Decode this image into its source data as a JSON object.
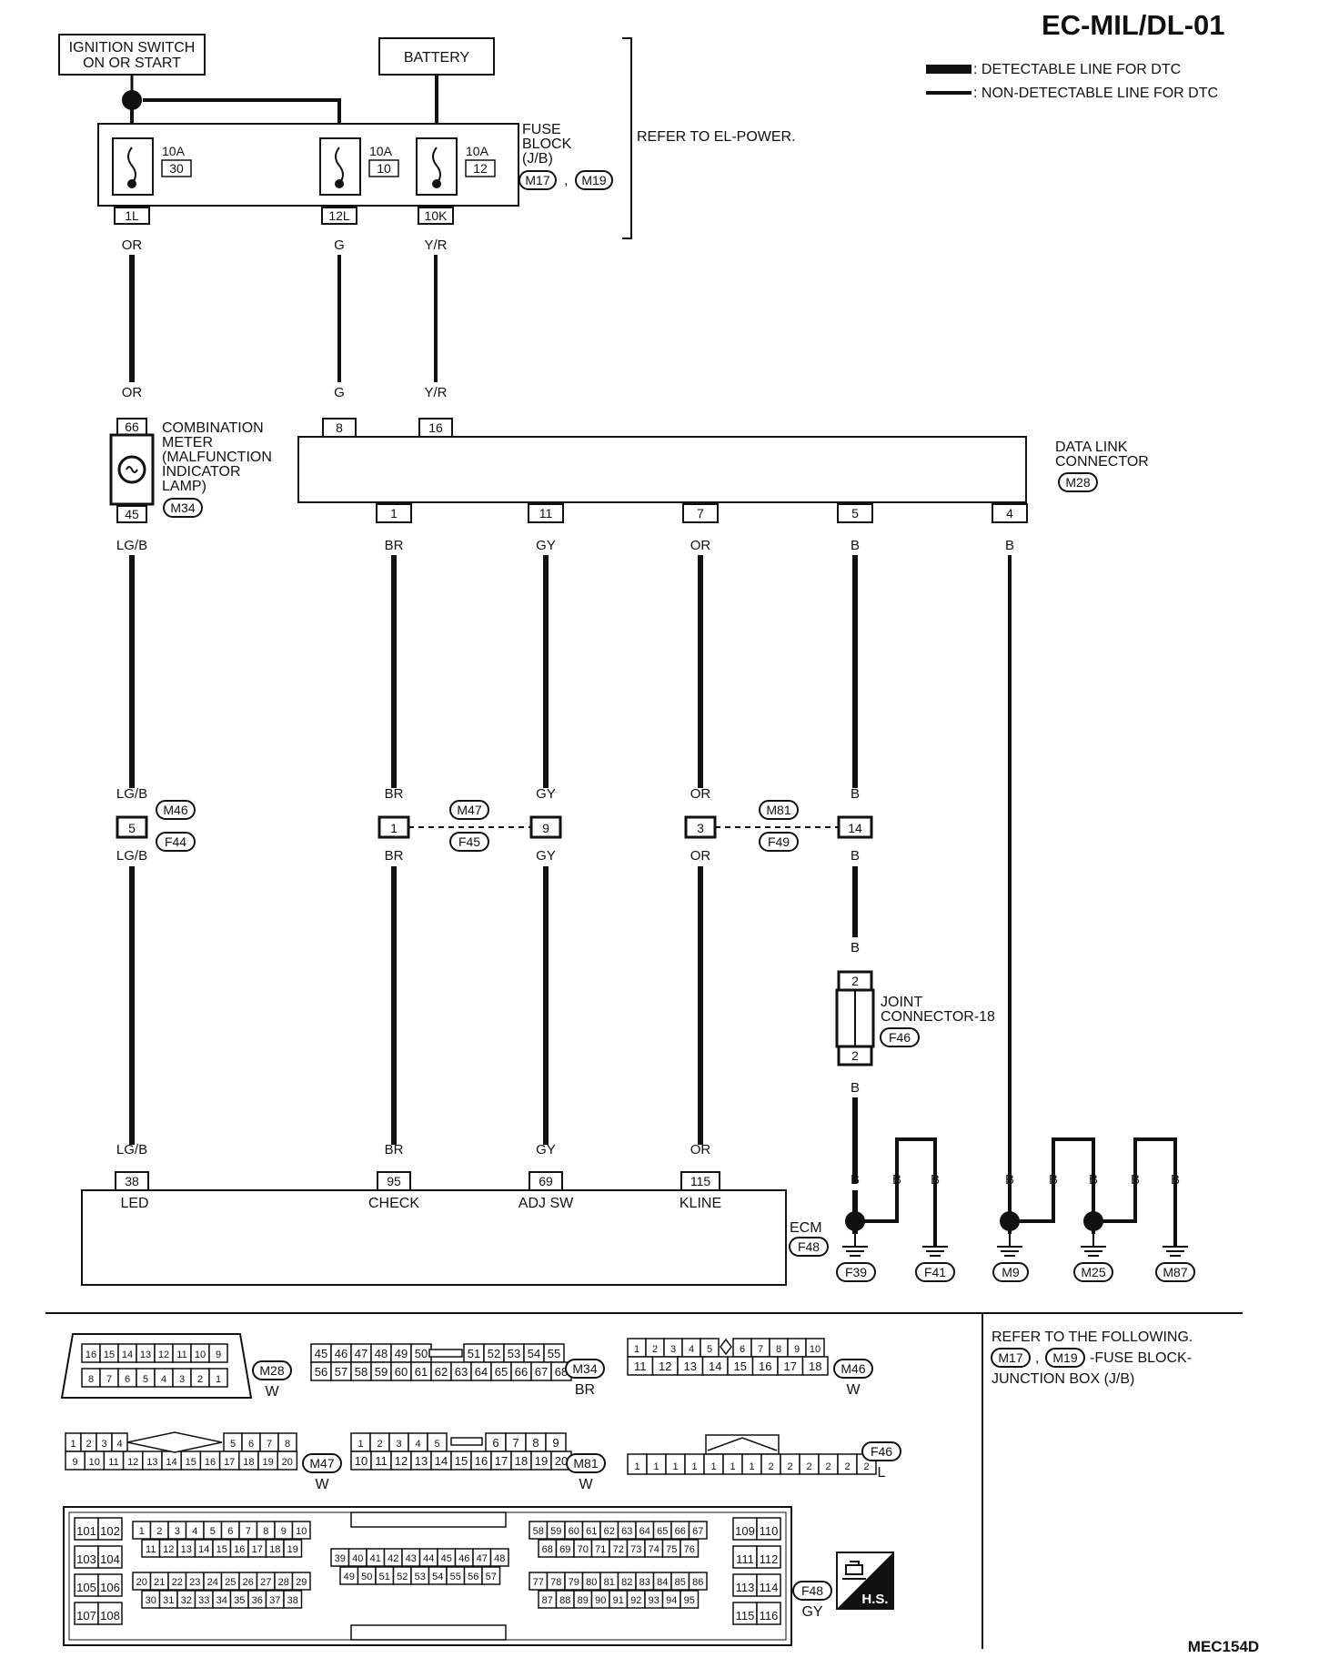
{
  "page_id": "EC-MIL/DL-01",
  "figure_id": "MEC154D",
  "legend": {
    "detectable": ": DETECTABLE LINE FOR DTC",
    "non_detectable": ": NON-DETECTABLE LINE FOR DTC"
  },
  "power": {
    "ignition": [
      "IGNITION SWITCH",
      "ON OR START"
    ],
    "battery": "BATTERY",
    "refer": "REFER TO EL-POWER.",
    "fuse_block": [
      "FUSE",
      "BLOCK",
      "(J/B)"
    ],
    "fuse_conn": [
      "M17",
      "M19"
    ],
    "fuses": [
      {
        "amp": "10A",
        "num": "30",
        "out": "1L",
        "color": "OR"
      },
      {
        "amp": "10A",
        "num": "10",
        "out": "12L",
        "color": "G"
      },
      {
        "amp": "10A",
        "num": "12",
        "out": "10K",
        "color": "Y/R"
      }
    ]
  },
  "meter": {
    "label": [
      "COMBINATION",
      "METER",
      "(MALFUNCTION",
      "INDICATOR",
      "LAMP)"
    ],
    "conn": "M34",
    "pin_in": "66",
    "pin_out": "45",
    "color_in": "OR",
    "color_out": "LG/B"
  },
  "dlc": {
    "label": [
      "DATA LINK",
      "CONNECTOR"
    ],
    "conn": "M28",
    "top_pins": [
      {
        "pin": "8",
        "color": "G"
      },
      {
        "pin": "16",
        "color": "Y/R"
      }
    ],
    "bottom_pins": [
      {
        "pin": "1",
        "color": "BR"
      },
      {
        "pin": "11",
        "color": "GY"
      },
      {
        "pin": "7",
        "color": "OR"
      },
      {
        "pin": "5",
        "color": "B"
      },
      {
        "pin": "4",
        "color": "B"
      }
    ]
  },
  "inline": {
    "c1": {
      "top": "M46",
      "bottom": "F44",
      "pin": "5",
      "color": "LG/B"
    },
    "c2": {
      "top": "M47",
      "bottom": "F45",
      "pins": [
        "1",
        "9"
      ]
    },
    "c3": {
      "top": "M81",
      "bottom": "F49",
      "pins": [
        "3",
        "14"
      ]
    }
  },
  "joint": {
    "label": [
      "JOINT",
      "CONNECTOR-18"
    ],
    "conn": "F46",
    "pin": "2",
    "color": "B"
  },
  "ecm": {
    "label": "ECM",
    "conn": "F48",
    "pins": [
      {
        "pin": "38",
        "name": "LED",
        "color": "LG/B"
      },
      {
        "pin": "95",
        "name": "CHECK",
        "color": "BR"
      },
      {
        "pin": "69",
        "name": "ADJ SW",
        "color": "GY"
      },
      {
        "pin": "115",
        "name": "KLINE",
        "color": "OR"
      }
    ]
  },
  "grounds": {
    "wire_color": "B",
    "names": [
      "F39",
      "F41",
      "M9",
      "M25",
      "M87"
    ]
  },
  "connectors": {
    "m28": {
      "id": "M28",
      "color": "W",
      "row1": [
        "16",
        "15",
        "14",
        "13",
        "12",
        "11",
        "10",
        "9"
      ],
      "row2": [
        "8",
        "7",
        "6",
        "5",
        "4",
        "3",
        "2",
        "1"
      ]
    },
    "m34": {
      "id": "M34",
      "color": "BR",
      "row1a": [
        "45",
        "46",
        "47",
        "48",
        "49",
        "50"
      ],
      "row1b": [
        "51",
        "52",
        "53",
        "54",
        "55"
      ],
      "row2a": [
        "56",
        "57",
        "58",
        "59",
        "60",
        "61"
      ],
      "row2b": [
        "62",
        "63",
        "64",
        "65",
        "66",
        "67",
        "68"
      ]
    },
    "m46": {
      "id": "M46",
      "color": "W",
      "row1a": [
        "1",
        "2",
        "3",
        "4",
        "5"
      ],
      "row1b": [
        "6",
        "7",
        "8",
        "9",
        "10"
      ],
      "row2": [
        "11",
        "12",
        "13",
        "14",
        "15",
        "16",
        "17",
        "18"
      ]
    },
    "m47": {
      "id": "M47",
      "color": "W",
      "row1a": [
        "1",
        "2",
        "3",
        "4"
      ],
      "row1b": [
        "5",
        "6",
        "7",
        "8"
      ],
      "row2": [
        "9",
        "10",
        "11",
        "12",
        "13",
        "14",
        "15",
        "16",
        "17",
        "18",
        "19",
        "20"
      ]
    },
    "m81": {
      "id": "M81",
      "color": "W",
      "row1a": [
        "1",
        "2",
        "3",
        "4",
        "5"
      ],
      "row1b": [
        "6",
        "7",
        "8",
        "9"
      ],
      "row2": [
        "10",
        "11",
        "12",
        "13",
        "14",
        "15",
        "16",
        "17",
        "18",
        "19",
        "20"
      ]
    },
    "f46": {
      "id": "F46",
      "color": "L",
      "pins": [
        "1",
        "1",
        "1",
        "1",
        "1",
        "1",
        "1",
        "2",
        "2",
        "2",
        "2",
        "2",
        "2"
      ]
    },
    "f48": {
      "id": "F48",
      "color": "GY",
      "left_pairs": [
        [
          "101",
          "102"
        ],
        [
          "103",
          "104"
        ],
        [
          "105",
          "106"
        ],
        [
          "107",
          "108"
        ]
      ],
      "l1": [
        "1",
        "2",
        "3",
        "4",
        "5",
        "6",
        "7",
        "8",
        "9",
        "10"
      ],
      "l2": [
        "11",
        "12",
        "13",
        "14",
        "15",
        "16",
        "17",
        "18",
        "19"
      ],
      "l3": [
        "20",
        "21",
        "22",
        "23",
        "24",
        "25",
        "26",
        "27",
        "28",
        "29"
      ],
      "l4": [
        "30",
        "31",
        "32",
        "33",
        "34",
        "35",
        "36",
        "37",
        "38"
      ],
      "m1": [
        "39",
        "40",
        "41",
        "42",
        "43",
        "44",
        "45",
        "46",
        "47",
        "48"
      ],
      "m2": [
        "49",
        "50",
        "51",
        "52",
        "53",
        "54",
        "55",
        "56",
        "57"
      ],
      "r1": [
        "58",
        "59",
        "60",
        "61",
        "62",
        "63",
        "64",
        "65",
        "66",
        "67"
      ],
      "r2": [
        "68",
        "69",
        "70",
        "71",
        "72",
        "73",
        "74",
        "75",
        "76"
      ],
      "r3": [
        "77",
        "78",
        "79",
        "80",
        "81",
        "82",
        "83",
        "84",
        "85",
        "86"
      ],
      "r4": [
        "87",
        "88",
        "89",
        "90",
        "91",
        "92",
        "93",
        "94",
        "95"
      ],
      "right_pairs": [
        [
          "109",
          "110"
        ],
        [
          "111",
          "112"
        ],
        [
          "113",
          "114"
        ],
        [
          "115",
          "116"
        ]
      ],
      "hs": "H.S."
    }
  },
  "refer_note": [
    "REFER TO THE FOLLOWING.",
    "-FUSE BLOCK-",
    "JUNCTION BOX (J/B)"
  ],
  "refer_conn": [
    "M17",
    "M19"
  ]
}
